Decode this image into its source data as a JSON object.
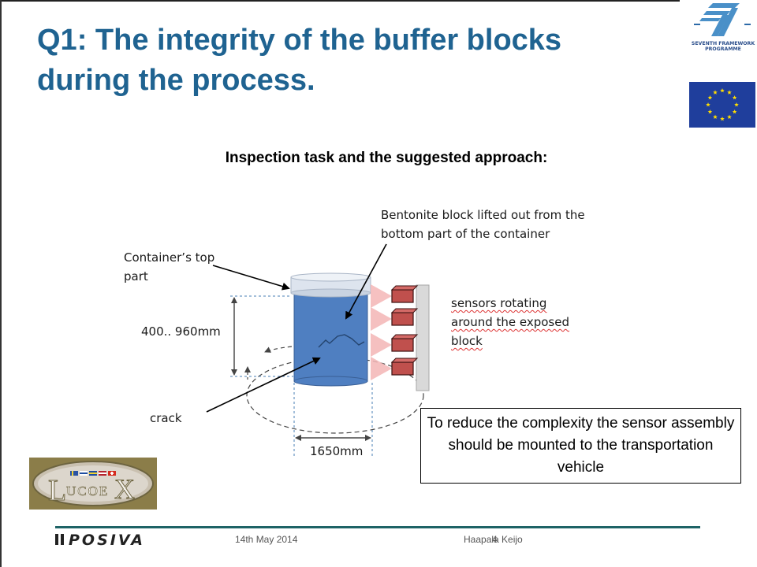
{
  "slide": {
    "title_line1": "Q1: The integrity of the buffer blocks",
    "title_line2": "during the process.",
    "subtitle": "Inspection task and the suggested approach:",
    "note": "To reduce the complexity the sensor assembly should be mounted to the transportation vehicle"
  },
  "diagram": {
    "label_container_top_1": "Container’s top",
    "label_container_top_2": "part",
    "label_block_1": "Bentonite block lifted out from the",
    "label_block_2": "bottom part of the container",
    "label_sensors_1": "sensors rotating",
    "label_sensors_2": "around the exposed",
    "label_sensors_3": "block",
    "label_height": "400.. 960mm",
    "label_crack": "crack",
    "label_diameter": "1650mm"
  },
  "logos": {
    "fp7_line1": "SEVENTH FRAMEWORK",
    "fp7_line2": "PROGRAMME",
    "lucoex": "LucoeX",
    "posiva": "POSIVA"
  },
  "footer": {
    "date": "14th May 2014",
    "author": "Haapala Keijo",
    "page_number": "4"
  },
  "colors": {
    "title": "#1f6391",
    "cylinder": "#4f7fc1",
    "sensor": "#c0504d",
    "eu_blue": "#1f3e9c",
    "eu_star": "#ffdd00",
    "footer_line": "#1e6366"
  }
}
